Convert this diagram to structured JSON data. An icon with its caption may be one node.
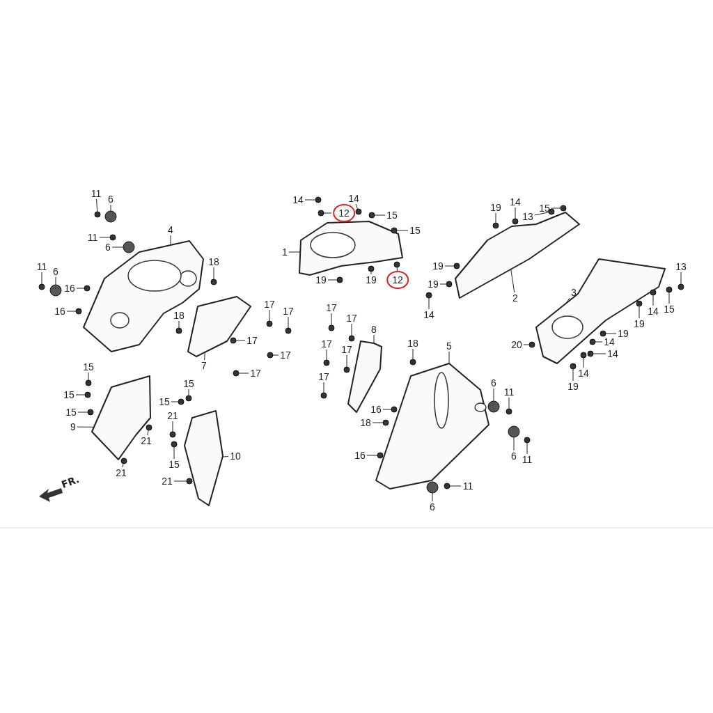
{
  "diagram": {
    "nodes": [
      {
        "text": [],
        "shape": "picture"
      },
      {
        "text": [],
        "shape": "picture"
      },
      {
        "text": [],
        "shape": "picture"
      },
      {
        "text": [],
        "shape": "picture"
      },
      {
        "text": [],
        "shape": "picture"
      },
      {
        "text": [],
        "shape": "picture"
      },
      {
        "text": [],
        "shape": "picture"
      },
      {
        "text": [],
        "shape": "picture"
      },
      {
        "text": [],
        "shape": "picture"
      },
      {
        "text": [
          "11"
        ]
      },
      {
        "text": [
          "6"
        ]
      },
      {
        "text": [
          "4"
        ]
      },
      {
        "text": [
          "11"
        ]
      },
      {
        "text": [
          "6"
        ]
      },
      {
        "text": [
          "11"
        ]
      },
      {
        "text": [
          "6"
        ]
      },
      {
        "text": [
          "16"
        ]
      },
      {
        "text": [
          "16"
        ]
      },
      {
        "text": [
          "18"
        ]
      },
      {
        "text": [
          "18"
        ]
      },
      {
        "text": [
          "7"
        ]
      },
      {
        "text": [
          "17"
        ]
      },
      {
        "text": [
          "17"
        ]
      },
      {
        "text": [
          "17"
        ]
      },
      {
        "text": [
          "17"
        ]
      },
      {
        "text": [
          "17"
        ]
      },
      {
        "text": [
          "17"
        ]
      },
      {
        "text": [
          "17"
        ]
      },
      {
        "text": [
          "17"
        ]
      },
      {
        "text": [
          "17"
        ]
      },
      {
        "text": [
          "17"
        ]
      },
      {
        "text": [
          "14"
        ]
      },
      {
        "text": [
          "14"
        ]
      },
      {
        "text": [
          "12"
        ]
      },
      {
        "text": [
          "15"
        ]
      },
      {
        "text": [
          "15"
        ]
      },
      {
        "text": [
          "1"
        ]
      },
      {
        "text": [
          "19"
        ]
      },
      {
        "text": [
          "19"
        ]
      },
      {
        "text": [
          "12"
        ]
      },
      {
        "text": [
          "19"
        ]
      },
      {
        "text": [
          "14"
        ]
      },
      {
        "text": [
          "13"
        ]
      },
      {
        "text": [
          "15"
        ]
      },
      {
        "text": [
          "19"
        ]
      },
      {
        "text": [
          "19"
        ]
      },
      {
        "text": [
          "14"
        ]
      },
      {
        "text": [
          "2"
        ]
      },
      {
        "text": [
          "3"
        ]
      },
      {
        "text": [
          "13"
        ]
      },
      {
        "text": [
          "15"
        ]
      },
      {
        "text": [
          "14"
        ]
      },
      {
        "text": [
          "19"
        ]
      },
      {
        "text": [
          "19"
        ]
      },
      {
        "text": [
          "14"
        ]
      },
      {
        "text": [
          "14"
        ]
      },
      {
        "text": [
          "14"
        ]
      },
      {
        "text": [
          "19"
        ]
      },
      {
        "text": [
          "20"
        ]
      },
      {
        "text": [
          "8"
        ]
      },
      {
        "text": [
          "18"
        ]
      },
      {
        "text": [
          "5"
        ]
      },
      {
        "text": [
          "16"
        ]
      },
      {
        "text": [
          "18"
        ]
      },
      {
        "text": [
          "16"
        ]
      },
      {
        "text": [
          "6"
        ]
      },
      {
        "text": [
          "11"
        ]
      },
      {
        "text": [
          "6"
        ]
      },
      {
        "text": [
          "11"
        ]
      },
      {
        "text": [
          "6"
        ]
      },
      {
        "text": [
          "11"
        ]
      },
      {
        "text": [
          "15"
        ]
      },
      {
        "text": [
          "15"
        ]
      },
      {
        "text": [
          "15"
        ]
      },
      {
        "text": [
          "9"
        ]
      },
      {
        "text": [
          "21"
        ]
      },
      {
        "text": [
          "21"
        ]
      },
      {
        "text": [
          "15"
        ]
      },
      {
        "text": [
          "15"
        ]
      },
      {
        "text": [
          "21"
        ]
      },
      {
        "text": [
          "15"
        ]
      },
      {
        "text": [
          "10"
        ]
      },
      {
        "text": [
          "21"
        ]
      },
      {
        "text": [],
        "shape": "circle"
      },
      {
        "text": [],
        "shape": "circle"
      },
      {
        "text": [],
        "shape": "circle"
      },
      {
        "text": [],
        "shape": "circle"
      },
      {
        "text": [],
        "shape": "circle"
      },
      {
        "text": [],
        "shape": "circle"
      },
      {
        "text": [],
        "shape": "circle"
      },
      {
        "text": [],
        "shape": "circle"
      },
      {
        "text": [],
        "shape": "circle"
      },
      {
        "text": [],
        "shape": "circle"
      },
      {
        "text": [],
        "shape": "circle"
      },
      {
        "text": [],
        "shape": "circle"
      },
      {
        "text": [],
        "shape": "circle"
      },
      {
        "text": [],
        "shape": "circle"
      },
      {
        "text": [],
        "shape": "circle"
      },
      {
        "text": [],
        "shape": "circle"
      },
      {
        "text": [],
        "shape": "circle"
      },
      {
        "text": [],
        "shape": "circle"
      },
      {
        "text": [],
        "shape": "circle"
      },
      {
        "text": [],
        "shape": "circle"
      },
      {
        "text": [],
        "shape": "circle"
      },
      {
        "text": [],
        "shape": "circle"
      },
      {
        "text": [],
        "shape": "circle"
      },
      {
        "text": [],
        "shape": "circle"
      },
      {
        "text": [],
        "shape": "circle"
      },
      {
        "text": [],
        "shape": "circle"
      },
      {
        "text": [],
        "shape": "circle"
      },
      {
        "text": [],
        "shape": "circle"
      },
      {
        "text": [],
        "shape": "circle"
      },
      {
        "text": [],
        "shape": "circle"
      },
      {
        "text": [],
        "shape": "circle"
      },
      {
        "text": [],
        "shape": "circle"
      },
      {
        "text": [],
        "shape": "circle"
      },
      {
        "text": [],
        "shape": "circle"
      },
      {
        "text": [],
        "shape": "circle"
      },
      {
        "text": [],
        "shape": "circle"
      },
      {
        "text": [],
        "shape": "circle"
      },
      {
        "text": [],
        "shape": "circle"
      },
      {
        "text": [],
        "shape": "circle"
      },
      {
        "text": [],
        "shape": "circle"
      },
      {
        "text": [],
        "shape": "circle"
      },
      {
        "text": [],
        "shape": "circle"
      },
      {
        "text": [],
        "shape": "circle"
      },
      {
        "text": [],
        "shape": "circle"
      },
      {
        "text": [],
        "shape": "circle"
      },
      {
        "text": [],
        "shape": "circle"
      },
      {
        "text": [],
        "shape": "circle"
      },
      {
        "text": [],
        "shape": "circle"
      },
      {
        "text": [],
        "shape": "circle"
      },
      {
        "text": [],
        "shape": "circle"
      },
      {
        "text": [],
        "shape": "circle"
      },
      {
        "text": [],
        "shape": "circle"
      },
      {
        "text": [],
        "shape": "circle"
      },
      {
        "text": [],
        "shape": "circle"
      },
      {
        "text": [],
        "shape": "circle"
      },
      {
        "text": [],
        "shape": "circle"
      },
      {
        "text": [],
        "shape": "circle"
      },
      {
        "text": [],
        "shape": "circle"
      },
      {
        "text": [],
        "shape": "circle"
      },
      {
        "text": [],
        "shape": "circle"
      },
      {
        "text": [],
        "shape": "circle"
      },
      {
        "text": [],
        "shape": "circle"
      },
      {
        "text": [],
        "shape": "circle"
      },
      {
        "text": [],
        "shape": "circle"
      },
      {
        "text": [],
        "shape": "circle"
      }
    ],
    "edges": [
      {
        "from": 9,
        "to": 83,
        "arrow": "none"
      },
      {
        "from": 10,
        "to": 84,
        "arrow": "none"
      },
      {
        "from": 11,
        "to": 0,
        "arrow": "none"
      },
      {
        "from": 12,
        "to": 85,
        "arrow": "none"
      },
      {
        "from": 13,
        "to": 86,
        "arrow": "none"
      },
      {
        "from": 14,
        "to": 87,
        "arrow": "none"
      },
      {
        "from": 15,
        "to": 88,
        "arrow": "none"
      },
      {
        "from": 16,
        "to": 89,
        "arrow": "none"
      },
      {
        "from": 17,
        "to": 90,
        "arrow": "none"
      },
      {
        "from": 18,
        "to": 91,
        "arrow": "none"
      },
      {
        "from": 19,
        "to": 92,
        "arrow": "none"
      },
      {
        "from": 20,
        "to": 4,
        "arrow": "none"
      },
      {
        "from": 21,
        "to": 93,
        "arrow": "none"
      },
      {
        "from": 22,
        "to": 94,
        "arrow": "none"
      },
      {
        "from": 23,
        "to": 95,
        "arrow": "none"
      },
      {
        "from": 24,
        "to": 96,
        "arrow": "none"
      },
      {
        "from": 25,
        "to": 97,
        "arrow": "none"
      },
      {
        "from": 26,
        "to": 98,
        "arrow": "none"
      },
      {
        "from": 27,
        "to": 99,
        "arrow": "none"
      },
      {
        "from": 28,
        "to": 100,
        "arrow": "none"
      },
      {
        "from": 29,
        "to": 101,
        "arrow": "none"
      },
      {
        "from": 30,
        "to": 102,
        "arrow": "none"
      },
      {
        "from": 31,
        "to": 103,
        "arrow": "none"
      },
      {
        "from": 32,
        "to": 104,
        "arrow": "none"
      },
      {
        "from": 33,
        "to": 105,
        "arrow": "none"
      },
      {
        "from": 34,
        "to": 106,
        "arrow": "none"
      },
      {
        "from": 35,
        "to": 107,
        "arrow": "none"
      },
      {
        "from": 36,
        "to": 1,
        "arrow": "none"
      },
      {
        "from": 37,
        "to": 108,
        "arrow": "none"
      },
      {
        "from": 38,
        "to": 109,
        "arrow": "none"
      },
      {
        "from": 39,
        "to": 110,
        "arrow": "none"
      },
      {
        "from": 40,
        "to": 111,
        "arrow": "none"
      },
      {
        "from": 41,
        "to": 112,
        "arrow": "none"
      },
      {
        "from": 42,
        "to": 113,
        "arrow": "none"
      },
      {
        "from": 43,
        "to": 114,
        "arrow": "none"
      },
      {
        "from": 44,
        "to": 115,
        "arrow": "none"
      },
      {
        "from": 45,
        "to": 116,
        "arrow": "none"
      },
      {
        "from": 46,
        "to": 117,
        "arrow": "none"
      },
      {
        "from": 47,
        "to": 2,
        "arrow": "none"
      },
      {
        "from": 48,
        "to": 3,
        "arrow": "none"
      },
      {
        "from": 49,
        "to": 118,
        "arrow": "none"
      },
      {
        "from": 50,
        "to": 119,
        "arrow": "none"
      },
      {
        "from": 51,
        "to": 120,
        "arrow": "none"
      },
      {
        "from": 52,
        "to": 121,
        "arrow": "none"
      },
      {
        "from": 53,
        "to": 122,
        "arrow": "none"
      },
      {
        "from": 54,
        "to": 123,
        "arrow": "none"
      },
      {
        "from": 55,
        "to": 124,
        "arrow": "none"
      },
      {
        "from": 56,
        "to": 125,
        "arrow": "none"
      },
      {
        "from": 57,
        "to": 126,
        "arrow": "none"
      },
      {
        "from": 58,
        "to": 127,
        "arrow": "none"
      },
      {
        "from": 59,
        "to": 5,
        "arrow": "none"
      },
      {
        "from": 60,
        "to": 128,
        "arrow": "none"
      },
      {
        "from": 61,
        "to": 6,
        "arrow": "none"
      },
      {
        "from": 62,
        "to": 129,
        "arrow": "none"
      },
      {
        "from": 63,
        "to": 130,
        "arrow": "none"
      },
      {
        "from": 64,
        "to": 131,
        "arrow": "none"
      },
      {
        "from": 65,
        "to": 132,
        "arrow": "none"
      },
      {
        "from": 66,
        "to": 133,
        "arrow": "none"
      },
      {
        "from": 67,
        "to": 134,
        "arrow": "none"
      },
      {
        "from": 68,
        "to": 135,
        "arrow": "none"
      },
      {
        "from": 69,
        "to": 136,
        "arrow": "none"
      },
      {
        "from": 70,
        "to": 137,
        "arrow": "none"
      },
      {
        "from": 71,
        "to": 138,
        "arrow": "none"
      },
      {
        "from": 72,
        "to": 139,
        "arrow": "none"
      },
      {
        "from": 73,
        "to": 140,
        "arrow": "none"
      },
      {
        "from": 74,
        "to": 7,
        "arrow": "none"
      },
      {
        "from": 75,
        "to": 141,
        "arrow": "none"
      },
      {
        "from": 76,
        "to": 142,
        "arrow": "none"
      },
      {
        "from": 77,
        "to": 143,
        "arrow": "none"
      },
      {
        "from": 78,
        "to": 144,
        "arrow": "none"
      },
      {
        "from": 79,
        "to": 145,
        "arrow": "none"
      },
      {
        "from": 80,
        "to": 146,
        "arrow": "none"
      },
      {
        "from": 81,
        "to": 8,
        "arrow": "none"
      },
      {
        "from": 82,
        "to": 147,
        "arrow": "none"
      }
    ],
    "labels": [
      "FR."
    ]
  }
}
